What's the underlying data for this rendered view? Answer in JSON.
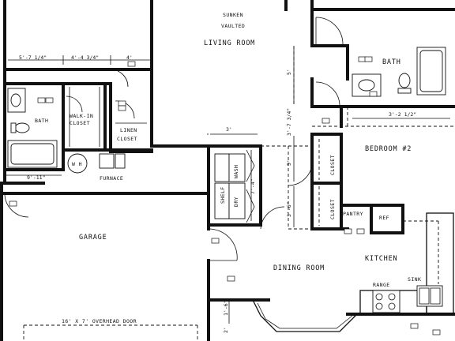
{
  "rooms": {
    "living_sub1": "SUNKEN",
    "living_sub2": "VAULTED",
    "living": "LIVING ROOM",
    "bath_upper": "BATH",
    "bath_left": "BATH",
    "walkin_1": "WALK-IN",
    "walkin_2": "CLOSET",
    "linen_1": "LINEN",
    "linen_2": "CLOSET",
    "bedroom2": "BEDROOM #2",
    "closet_a": "CLOSET",
    "closet_b": "CLOSET",
    "furnace": "FURNACE",
    "wh": "W H",
    "shelf": "SHELF",
    "dry": "DRY",
    "wash": "WASH",
    "garage": "GARAGE",
    "pantry": "PANTRY",
    "ref": "REF",
    "dining": "DINING ROOM",
    "kitchen": "KITCHEN",
    "range": "RANGE",
    "sink": "SINK",
    "overhead_door": "16' X 7' OVERHEAD DOOR"
  },
  "dimensions": {
    "d1": "5'-7 1/4\"",
    "d2": "4'-4 3/4\"",
    "d3": "4'",
    "d4": "9'-11\"",
    "d5": "3'",
    "d6": "7'-4\"",
    "d7": "5'",
    "d8": "3'-7 3/4\"",
    "d9": "3'-2 1/2\"",
    "d10": "5'",
    "d11": "3'-6\"",
    "d12": "1'-6\"",
    "d13": "2'"
  }
}
